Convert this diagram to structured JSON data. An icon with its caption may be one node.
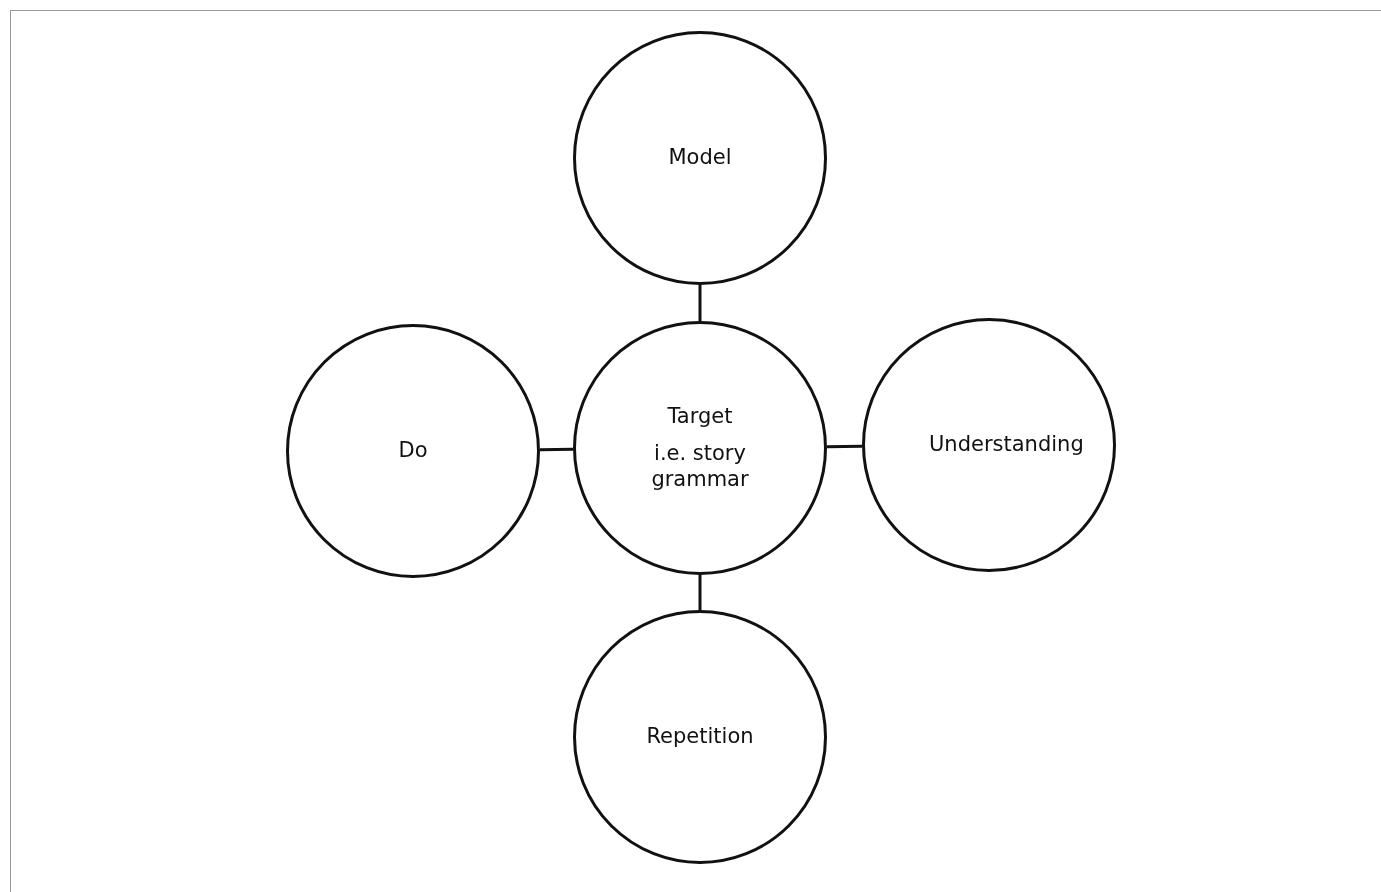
{
  "diagram": {
    "nodes": [
      {
        "text": [
          "Model"
        ]
      },
      {
        "text": [
          "Do"
        ]
      },
      {
        "text": [
          "Target",
          "i.e. story grammar"
        ]
      },
      {
        "text": [
          "Understanding"
        ]
      },
      {
        "text": [
          "Repetition"
        ]
      }
    ],
    "edges": [
      {
        "from": 0,
        "to": 2,
        "arrow": "none"
      },
      {
        "from": 1,
        "to": 2,
        "arrow": "none"
      },
      {
        "from": 2,
        "to": 3,
        "arrow": "none"
      },
      {
        "from": 2,
        "to": 4,
        "arrow": "none"
      }
    ]
  }
}
